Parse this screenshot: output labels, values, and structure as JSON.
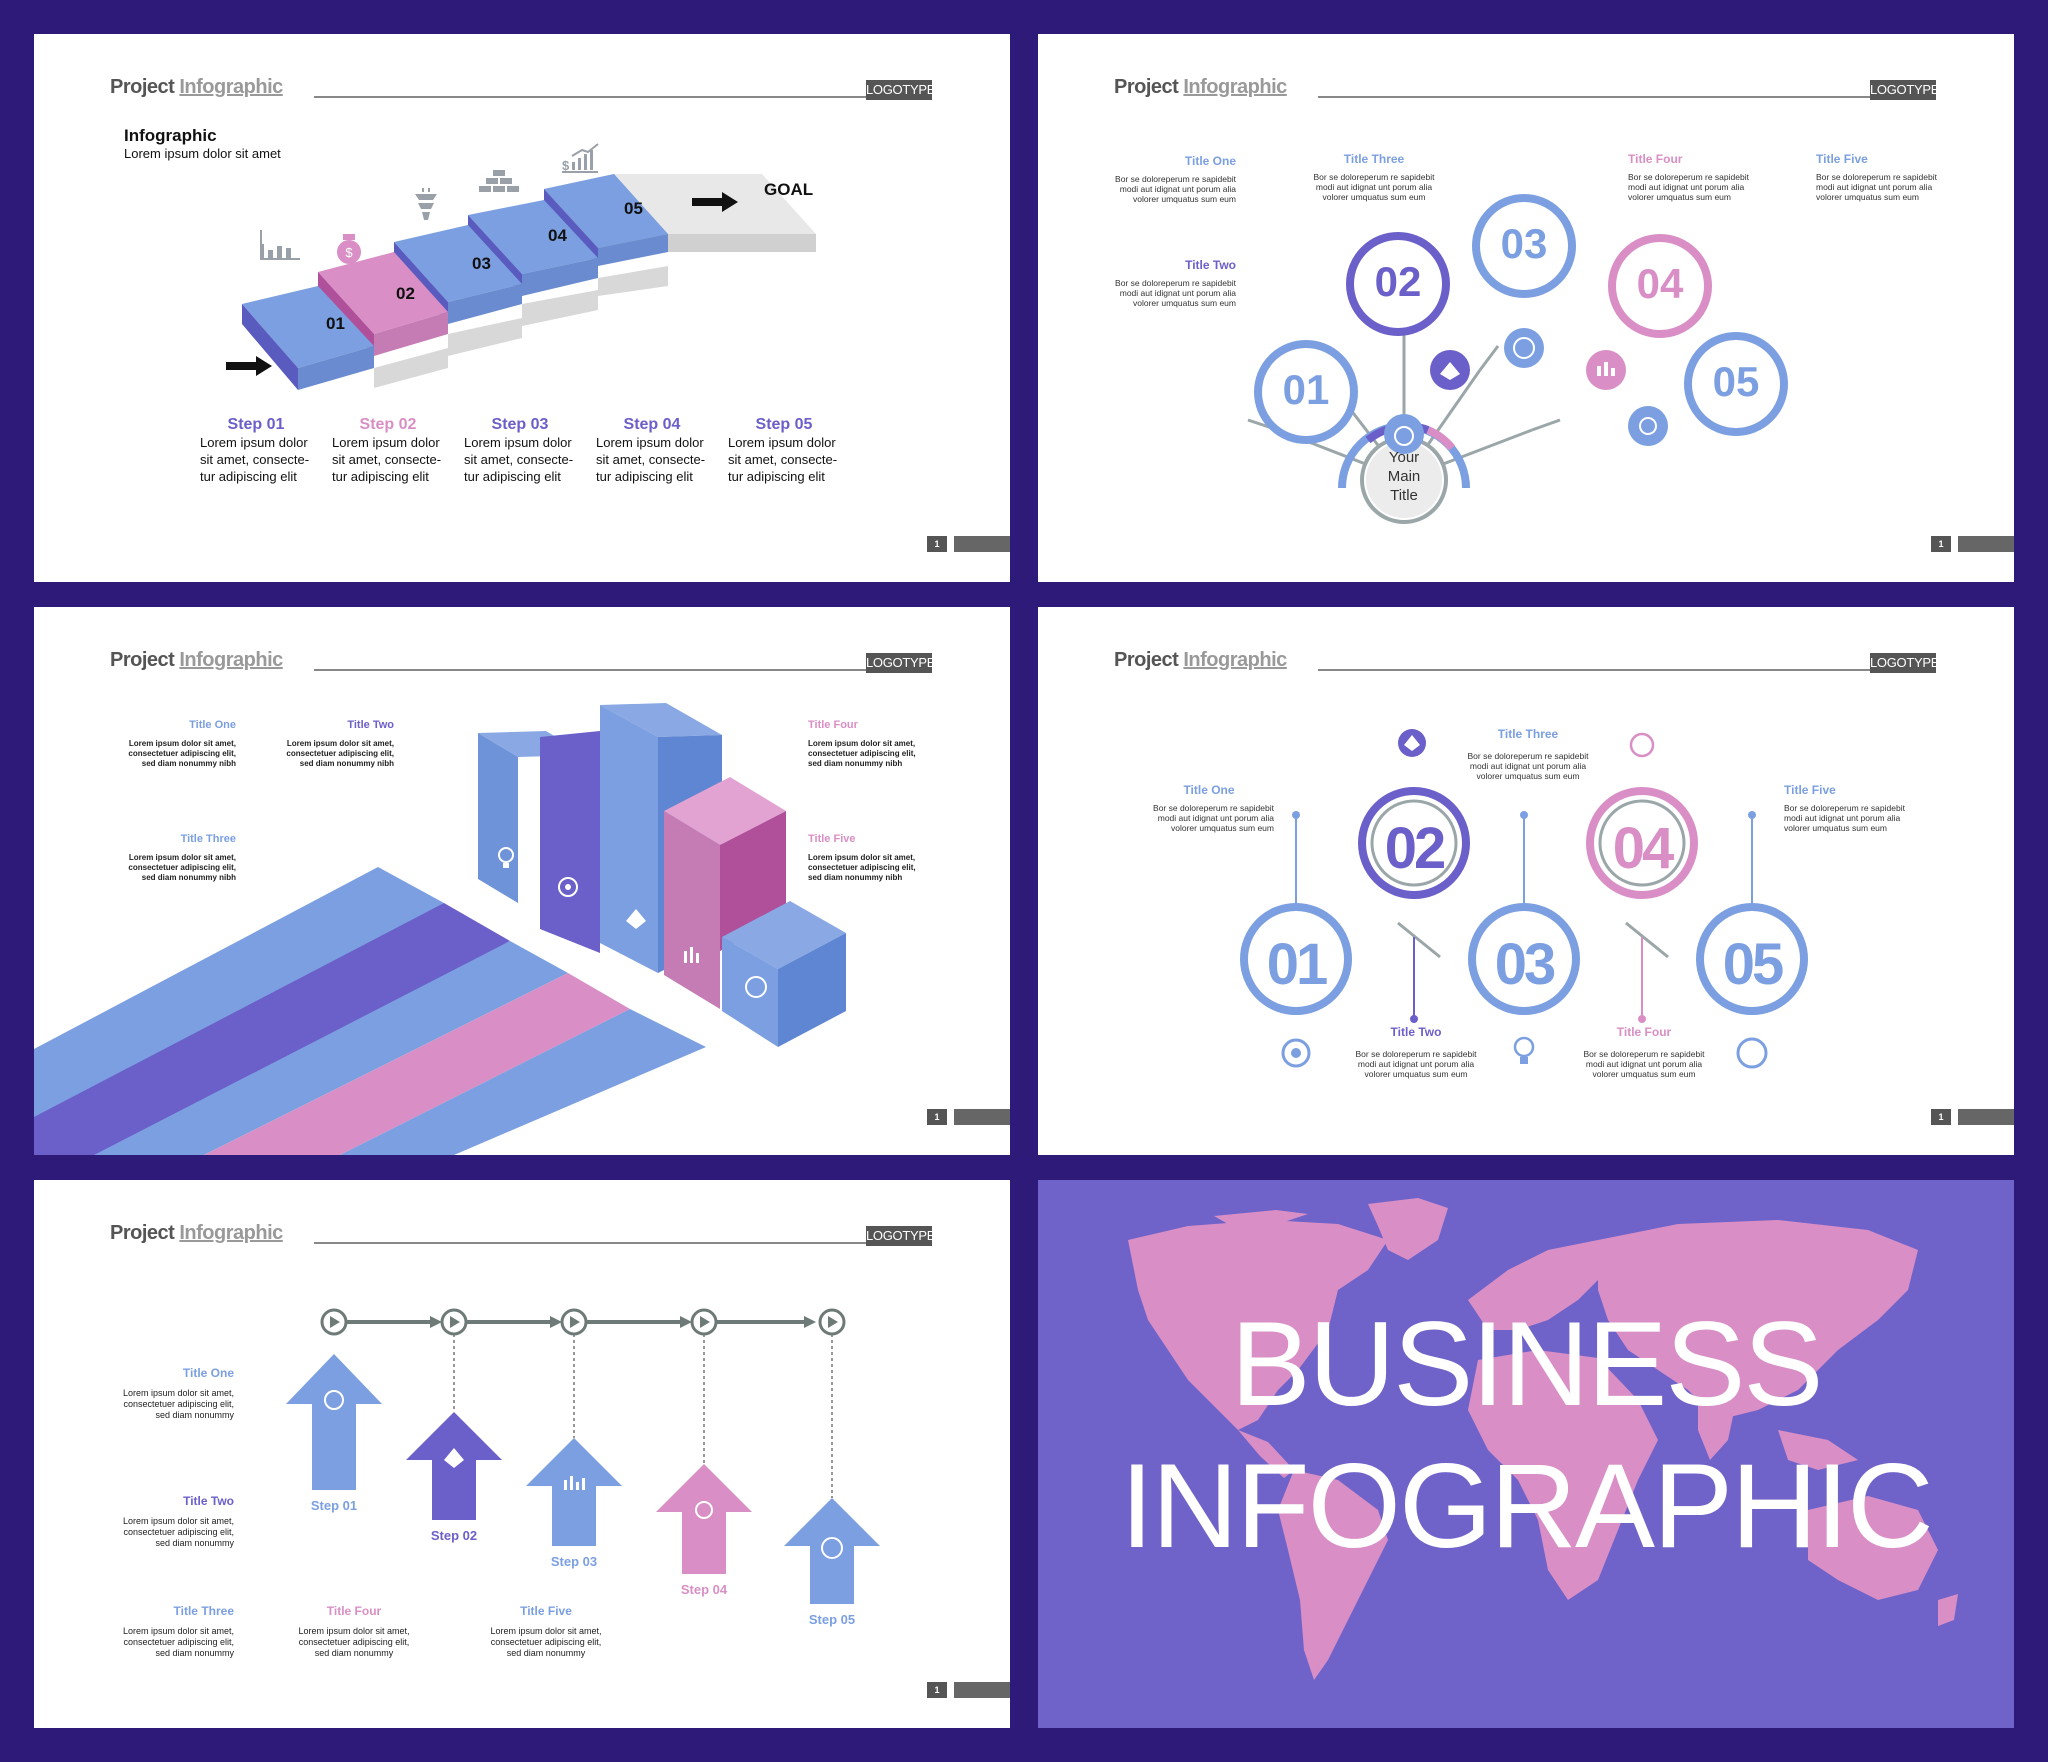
{
  "header": {
    "project": "Project",
    "infographic": "Infographic",
    "logotype": "LOGOTYPE",
    "page": "1"
  },
  "colors": {
    "blue": "#7b9fe0",
    "purple": "#6b5fc9",
    "pink": "#d98fc5",
    "gray": "#8a8a8a",
    "bg": "#2e1a78"
  },
  "slide1": {
    "title": "Infographic",
    "subtitle": "Lorem ipsum dolor sit amet",
    "goal": "GOAL",
    "stairs": [
      "01",
      "02",
      "03",
      "04",
      "05"
    ],
    "steps": [
      {
        "title": "Step 01",
        "l1": "Lorem ipsum dolor",
        "l2": "sit amet, consecte-",
        "l3": "tur adipiscing elit"
      },
      {
        "title": "Step 02",
        "l1": "Lorem ipsum dolor",
        "l2": "sit amet, consecte-",
        "l3": "tur adipiscing elit"
      },
      {
        "title": "Step 03",
        "l1": "Lorem ipsum dolor",
        "l2": "sit amet, consecte-",
        "l3": "tur adipiscing elit"
      },
      {
        "title": "Step 04",
        "l1": "Lorem ipsum dolor",
        "l2": "sit amet, consecte-",
        "l3": "tur adipiscing elit"
      },
      {
        "title": "Step 05",
        "l1": "Lorem ipsum dolor",
        "l2": "sit amet, consecte-",
        "l3": "tur adipiscing elit"
      }
    ]
  },
  "slide2": {
    "center": {
      "l1": "Your",
      "l2": "Main",
      "l3": "Title"
    },
    "nodes": [
      "01",
      "02",
      "03",
      "04",
      "05"
    ],
    "titles": [
      {
        "title": "Title One",
        "l1": "Bor se doloreperum re sapidebit",
        "l2": "modi aut idignat unt porum alia",
        "l3": "volorer umquatus sum eum"
      },
      {
        "title": "Title Two",
        "l1": "Bor se doloreperum re sapidebit",
        "l2": "modi aut idignat unt porum alia",
        "l3": "volorer umquatus sum eum"
      },
      {
        "title": "Title Three",
        "l1": "Bor se doloreperum re sapidebit",
        "l2": "modi aut idignat unt porum alia",
        "l3": "volorer umquatus sum eum"
      },
      {
        "title": "Title Four",
        "l1": "Bor se doloreperum re sapidebit",
        "l2": "modi aut idignat unt porum alia",
        "l3": "volorer umquatus sum eum"
      },
      {
        "title": "Title Five",
        "l1": "Bor se doloreperum re sapidebit",
        "l2": "modi aut idignat unt porum alia",
        "l3": "volorer umquatus sum eum"
      }
    ]
  },
  "slide3": {
    "titles": [
      {
        "title": "Title One",
        "l1": "Lorem ipsum dolor sit amet,",
        "l2": "consectetuer adipiscing elit,",
        "l3": "sed diam nonummy nibh"
      },
      {
        "title": "Title Two",
        "l1": "Lorem ipsum dolor sit amet,",
        "l2": "consectetuer adipiscing elit,",
        "l3": "sed diam nonummy nibh"
      },
      {
        "title": "Title Three",
        "l1": "Lorem ipsum dolor sit amet,",
        "l2": "consectetuer adipiscing elit,",
        "l3": "sed diam nonummy nibh"
      },
      {
        "title": "Title Four",
        "l1": "Lorem ipsum dolor sit amet,",
        "l2": "consectetuer adipiscing elit,",
        "l3": "sed diam nonummy nibh"
      },
      {
        "title": "Title Five",
        "l1": "Lorem ipsum dolor sit amet,",
        "l2": "consectetuer adipiscing elit,",
        "l3": "sed diam nonummy nibh"
      }
    ]
  },
  "slide4": {
    "nodes": [
      "01",
      "02",
      "03",
      "04",
      "05"
    ],
    "titles": [
      {
        "title": "Title One",
        "l1": "Bor se doloreperum re sapidebit",
        "l2": "modi aut idignat unt porum alia",
        "l3": "volorer umquatus sum eum"
      },
      {
        "title": "Title Two",
        "l1": "Bor se doloreperum re sapidebit",
        "l2": "modi aut idignat unt porum alia",
        "l3": "volorer umquatus sum eum"
      },
      {
        "title": "Title Three",
        "l1": "Bor se doloreperum re sapidebit",
        "l2": "modi aut idignat unt porum alia",
        "l3": "volorer umquatus sum eum"
      },
      {
        "title": "Title Four",
        "l1": "Bor se doloreperum re sapidebit",
        "l2": "modi aut idignat unt porum alia",
        "l3": "volorer umquatus sum eum"
      },
      {
        "title": "Title Five",
        "l1": "Bor se doloreperum re sapidebit",
        "l2": "modi aut idignat unt porum alia",
        "l3": "volorer umquatus sum eum"
      }
    ]
  },
  "slide5": {
    "steps": [
      "Step 01",
      "Step 02",
      "Step 03",
      "Step 04",
      "Step 05"
    ],
    "titles": [
      {
        "title": "Title One",
        "l1": "Lorem ipsum dolor sit amet,",
        "l2": "consectetuer adipiscing elit,",
        "l3": "sed diam nonummy"
      },
      {
        "title": "Title Two",
        "l1": "Lorem ipsum dolor sit amet,",
        "l2": "consectetuer adipiscing elit,",
        "l3": "sed diam nonummy"
      },
      {
        "title": "Title Three",
        "l1": "Lorem ipsum dolor sit amet,",
        "l2": "consectetuer adipiscing elit,",
        "l3": "sed diam nonummy"
      },
      {
        "title": "Title Four",
        "l1": "Lorem ipsum dolor sit amet,",
        "l2": "consectetuer adipiscing elit,",
        "l3": "sed diam nonummy"
      },
      {
        "title": "Title Five",
        "l1": "Lorem ipsum dolor sit amet,",
        "l2": "consectetuer adipiscing elit,",
        "l3": "sed diam nonummy"
      }
    ]
  },
  "slide6": {
    "line1": "BUSINESS",
    "line2": "INFOGRAPHIC"
  }
}
